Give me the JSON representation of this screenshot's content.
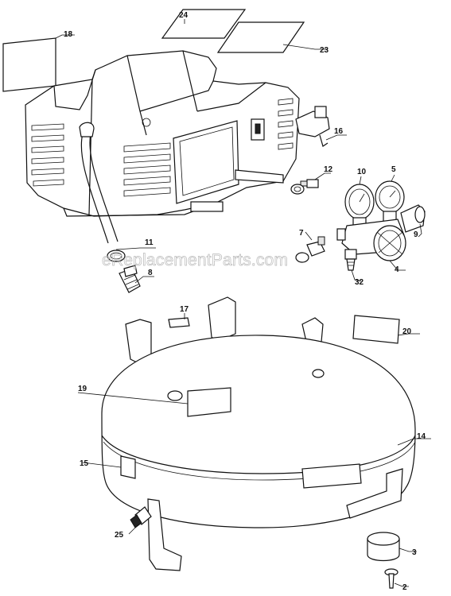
{
  "watermark": "eReplacementParts.com",
  "callouts": [
    {
      "id": "c18",
      "text": "18"
    },
    {
      "id": "c24",
      "text": "24"
    },
    {
      "id": "c23",
      "text": "23"
    },
    {
      "id": "c16",
      "text": "16"
    },
    {
      "id": "c12",
      "text": "12"
    },
    {
      "id": "c10",
      "text": "10"
    },
    {
      "id": "c5",
      "text": "5"
    },
    {
      "id": "c9",
      "text": "9"
    },
    {
      "id": "c11",
      "text": "11"
    },
    {
      "id": "c8",
      "text": "8"
    },
    {
      "id": "c7",
      "text": "7"
    },
    {
      "id": "c4",
      "text": "4"
    },
    {
      "id": "c32",
      "text": "32"
    },
    {
      "id": "c17",
      "text": "17"
    },
    {
      "id": "c20",
      "text": "20"
    },
    {
      "id": "c19",
      "text": "19"
    },
    {
      "id": "c14",
      "text": "14"
    },
    {
      "id": "c15",
      "text": "15"
    },
    {
      "id": "c25",
      "text": "25"
    },
    {
      "id": "c3",
      "text": "3"
    },
    {
      "id": "c2",
      "text": "2"
    }
  ]
}
